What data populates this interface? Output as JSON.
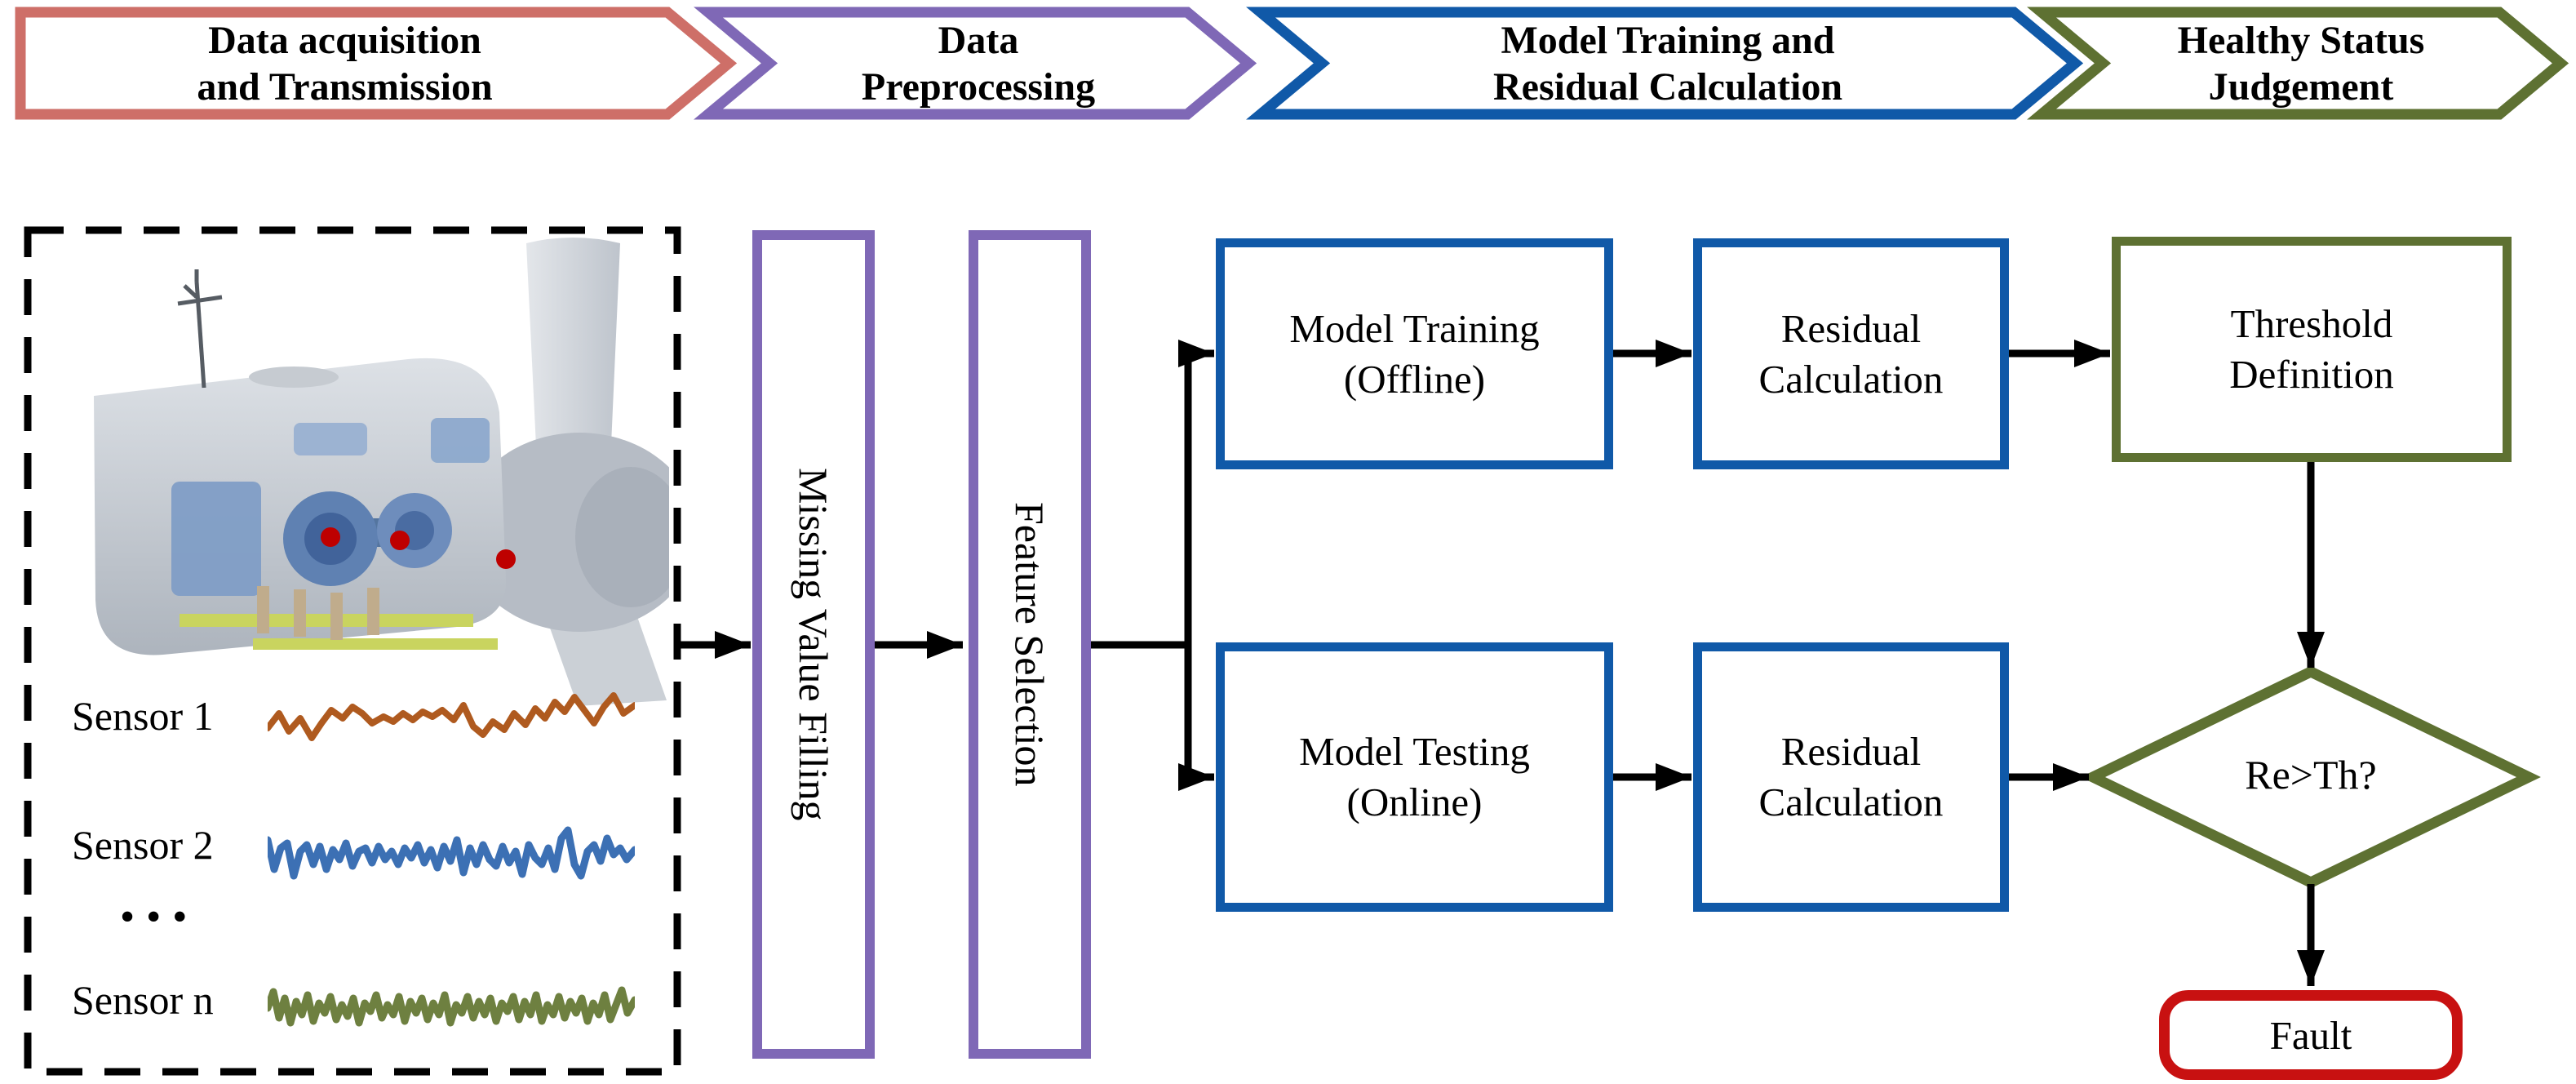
{
  "stages": [
    {
      "line1": "Data acquisition",
      "line2": "and Transmission",
      "border_color": "#CE6F68"
    },
    {
      "line1": "Data",
      "line2": "Preprocessing",
      "border_color": "#7F68B6"
    },
    {
      "line1": "Model Training and",
      "line2": "Residual Calculation",
      "border_color": "#1059A8"
    },
    {
      "line1": "Healthy Status",
      "line2": "Judgement",
      "border_color": "#5E7132"
    }
  ],
  "acquisition": {
    "illustration": "wind-turbine-nacelle-cutaway",
    "box_style": "black-dashed",
    "ellipsis": "•••",
    "sensors": [
      {
        "label": "Sensor 1",
        "wave_color": "#AF5A1F"
      },
      {
        "label": "Sensor 2",
        "wave_color": "#3C70B4"
      },
      {
        "label": "Sensor n",
        "wave_color": "#6E8040"
      }
    ]
  },
  "preprocessing": {
    "border_color": "#7F68B6",
    "boxes": [
      {
        "label": "Missing Value Filling"
      },
      {
        "label": "Feature Selection"
      }
    ]
  },
  "training": {
    "border_color": "#1059A8",
    "model_training_line1": "Model Training",
    "model_training_line2": "(Offline)",
    "residual1_line1": "Residual",
    "residual1_line2": "Calculation",
    "model_testing_line1": "Model Testing",
    "model_testing_line2": "(Online)",
    "residual2_line1": "Residual",
    "residual2_line2": "Calculation"
  },
  "judgement": {
    "border_color": "#5E7132",
    "threshold_line1": "Threshold",
    "threshold_line2": "Definition",
    "decision": "Re>Th?",
    "fault": "Fault",
    "fault_border_color": "#C81111"
  },
  "arrow_color": "#000000"
}
